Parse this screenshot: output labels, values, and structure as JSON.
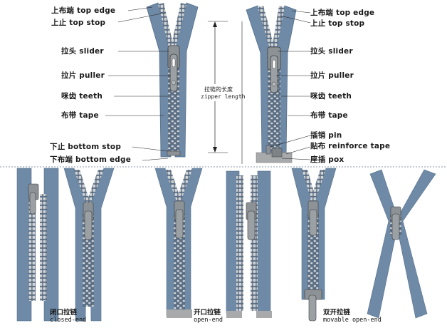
{
  "labels_left": [
    {
      "id": "top_edge",
      "zh": "上布端",
      "en": "top edge"
    },
    {
      "id": "top_stop",
      "zh": "上止",
      "en": "top stop"
    },
    {
      "id": "slider",
      "zh": "拉头",
      "en": "slider"
    },
    {
      "id": "puller",
      "zh": "拉片",
      "en": "puller"
    },
    {
      "id": "teeth",
      "zh": "咪齿",
      "en": "teeth"
    },
    {
      "id": "tape",
      "zh": "布带",
      "en": "tape"
    },
    {
      "id": "bottom_stop",
      "zh": "下止",
      "en": "bottom stop"
    },
    {
      "id": "bottom_edge",
      "zh": "下布端",
      "en": "bottom edge"
    }
  ],
  "labels_right": [
    {
      "id": "top_edge",
      "zh": "上布端",
      "en": "top edge"
    },
    {
      "id": "top_stop",
      "zh": "上止",
      "en": "top stop"
    },
    {
      "id": "slider",
      "zh": "拉头",
      "en": "slider"
    },
    {
      "id": "puller",
      "zh": "拉片",
      "en": "puller"
    },
    {
      "id": "teeth",
      "zh": "咪齿",
      "en": "teeth"
    },
    {
      "id": "tape",
      "zh": "布带",
      "en": "tape"
    },
    {
      "id": "pin",
      "zh": "插销",
      "en": "pin"
    },
    {
      "id": "reinforce_tape",
      "zh": "贴布",
      "en": "reinforce tape"
    },
    {
      "id": "pox",
      "zh": "座插",
      "en": "pox"
    }
  ],
  "zipper_length": {
    "zh": "拉链的长度",
    "en": "zipper length"
  },
  "types": [
    {
      "id": "closed_end",
      "zh": "闭口拉链",
      "en": "closed-end"
    },
    {
      "id": "open_end",
      "zh": "开口拉链",
      "en": "open-end"
    },
    {
      "id": "two_way",
      "zh": "双开拉链",
      "en": "movable open-end"
    }
  ],
  "colors": {
    "tape": "#6e8aa6",
    "tape_edge": "#56708c",
    "teeth": "#c9ced3",
    "metal": "#8d9296",
    "bottom": "#a7a9ab",
    "line": "#222222",
    "divider": "#8a9aa8"
  }
}
